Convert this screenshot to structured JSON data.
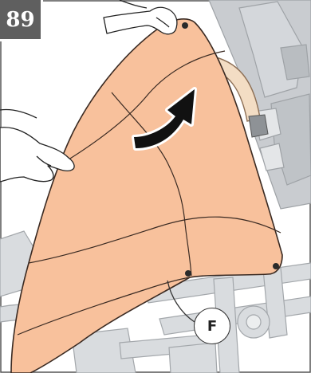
{
  "step": {
    "number": "89"
  },
  "callouts": [
    {
      "label": "F"
    }
  ],
  "figure": {
    "parts": [
      "canopy-cover",
      "canopy-hoop",
      "stroller-frame",
      "stroller-seat",
      "hands",
      "arrow"
    ],
    "colors": {
      "canopy": "#f8c19c",
      "canopy_stroke": "#3a2a22",
      "frame": "#d9dcdf",
      "frame_stroke": "#a3a7ab",
      "seat": "#c9ccd0",
      "hoop": "#f3ddc4",
      "arrow": "#111111",
      "arrow_outline": "#ffffff",
      "badge": "#5f5f5f"
    }
  }
}
